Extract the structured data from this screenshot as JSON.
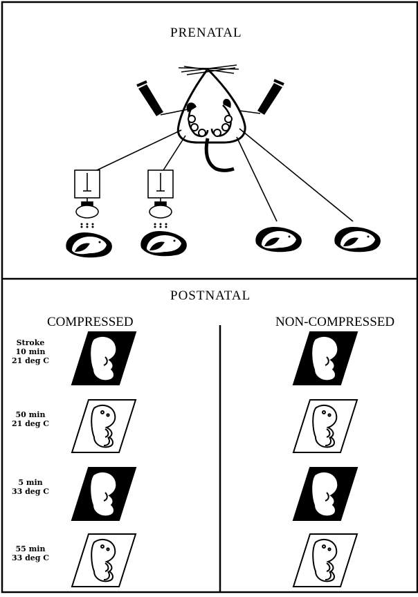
{
  "prenatal": {
    "title": "PRENATAL"
  },
  "postnatal": {
    "title": "POSTNATAL",
    "columns": {
      "left": "COMPRESSED",
      "right": "NON-COMPRESSED"
    },
    "rows": [
      {
        "lines": [
          "Stroke",
          "10 min",
          "21 deg C"
        ],
        "dark": true
      },
      {
        "lines": [
          "50 min",
          "21 deg C"
        ],
        "dark": false
      },
      {
        "lines": [
          "5 min",
          "33 deg C"
        ],
        "dark": true
      },
      {
        "lines": [
          "55 min",
          "33 deg C"
        ],
        "dark": false
      }
    ]
  }
}
